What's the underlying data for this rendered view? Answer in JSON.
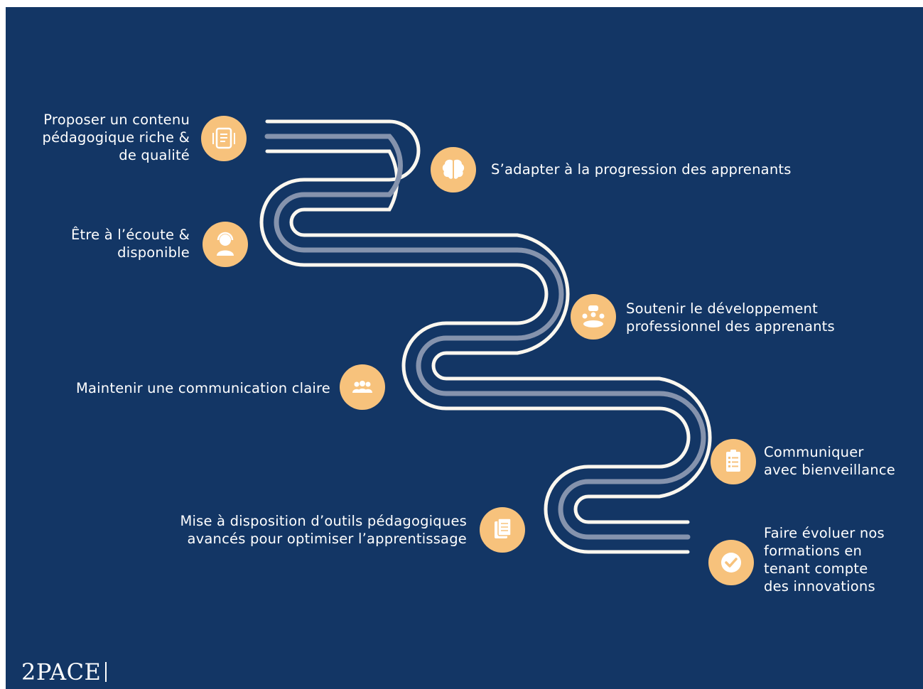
{
  "brand": {
    "logo_text": "2PACE"
  },
  "colors": {
    "background": "#133665",
    "road_line": "#fbf7ef",
    "road_center": "#8593ad",
    "badge": "#f7c27c",
    "icon": "#ffffff"
  },
  "steps": [
    {
      "lines": [
        "Proposer un contenu",
        "pédagogique riche &",
        "de qualité"
      ],
      "icon": "document-icon"
    },
    {
      "lines": [
        "S’adapter à la progression des apprenants"
      ],
      "icon": "brain-icon"
    },
    {
      "lines": [
        "Être à l’écoute &",
        "disponible"
      ],
      "icon": "support-agent-icon"
    },
    {
      "lines": [
        "Soutenir le développement",
        "professionnel des apprenants"
      ],
      "icon": "meeting-icon"
    },
    {
      "lines": [
        "Maintenir une communication claire"
      ],
      "icon": "group-icon"
    },
    {
      "lines": [
        "Communiquer",
        "avec bienveillance"
      ],
      "icon": "clipboard-icon"
    },
    {
      "lines": [
        "Mise à disposition d’outils pédagogiques",
        "avancés pour optimiser l’apprentissage"
      ],
      "icon": "pages-icon"
    },
    {
      "lines": [
        "Faire évoluer nos",
        "formations en",
        "tenant compte",
        "des innovations"
      ],
      "icon": "check-icon"
    }
  ]
}
